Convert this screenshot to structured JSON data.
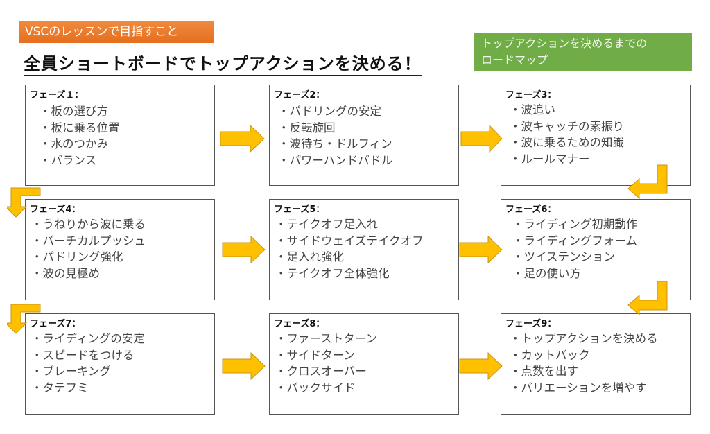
{
  "header": {
    "tag": "VSCのレッスンで目指すこと",
    "title": "全員ショートボードでトップアクションを決める！",
    "roadmap_label_line1": "トップアクションを決めるまでの",
    "roadmap_label_line2": "ロードマップ"
  },
  "colors": {
    "orange_tag": "#ed7d31",
    "green_tag": "#70ad47",
    "arrow": "#ffc000"
  },
  "phases": [
    {
      "title": "フェーズ１：",
      "items": [
        "・板の選び方",
        "・板に乗る位置",
        "・水のつかみ",
        "・バランス"
      ]
    },
    {
      "title": "フェーズ2：",
      "items": [
        "・パドリングの安定",
        "・反転旋回",
        "・波待ち・ドルフィン",
        "・パワーハンドパドル"
      ]
    },
    {
      "title": "フェーズ3：",
      "items": [
        "・波追い",
        "・波キャッチの素振り",
        "・波に乗るための知識",
        "・ルールマナー"
      ]
    },
    {
      "title": "フェーズ4：",
      "items": [
        "・うねりから波に乗る",
        "・バーチカルプッシュ",
        "・パドリング強化",
        "・波の見極め"
      ]
    },
    {
      "title": "フェーズ5：",
      "items": [
        "・テイクオフ足入れ",
        "・サイドウェイズテイクオフ",
        "・足入れ強化",
        "・テイクオフ全体強化"
      ]
    },
    {
      "title": "フェーズ6：",
      "items": [
        "・ライディング初期動作",
        "・ライディングフォーム",
        "・ツイステンション",
        "・足の使い方"
      ]
    },
    {
      "title": "フェーズ7：",
      "items": [
        "・ライディングの安定",
        "・スピードをつける",
        "・ブレーキング",
        "・タテフミ"
      ]
    },
    {
      "title": "フェーズ8：",
      "items": [
        "・ファーストターン",
        "・サイドターン",
        "・クロスオーバー",
        "・バックサイド"
      ]
    },
    {
      "title": "フェーズ9：",
      "items": [
        "・トップアクションを決める",
        "・カットバック",
        "・点数を出す",
        "・バリエーションを増やす"
      ]
    }
  ]
}
